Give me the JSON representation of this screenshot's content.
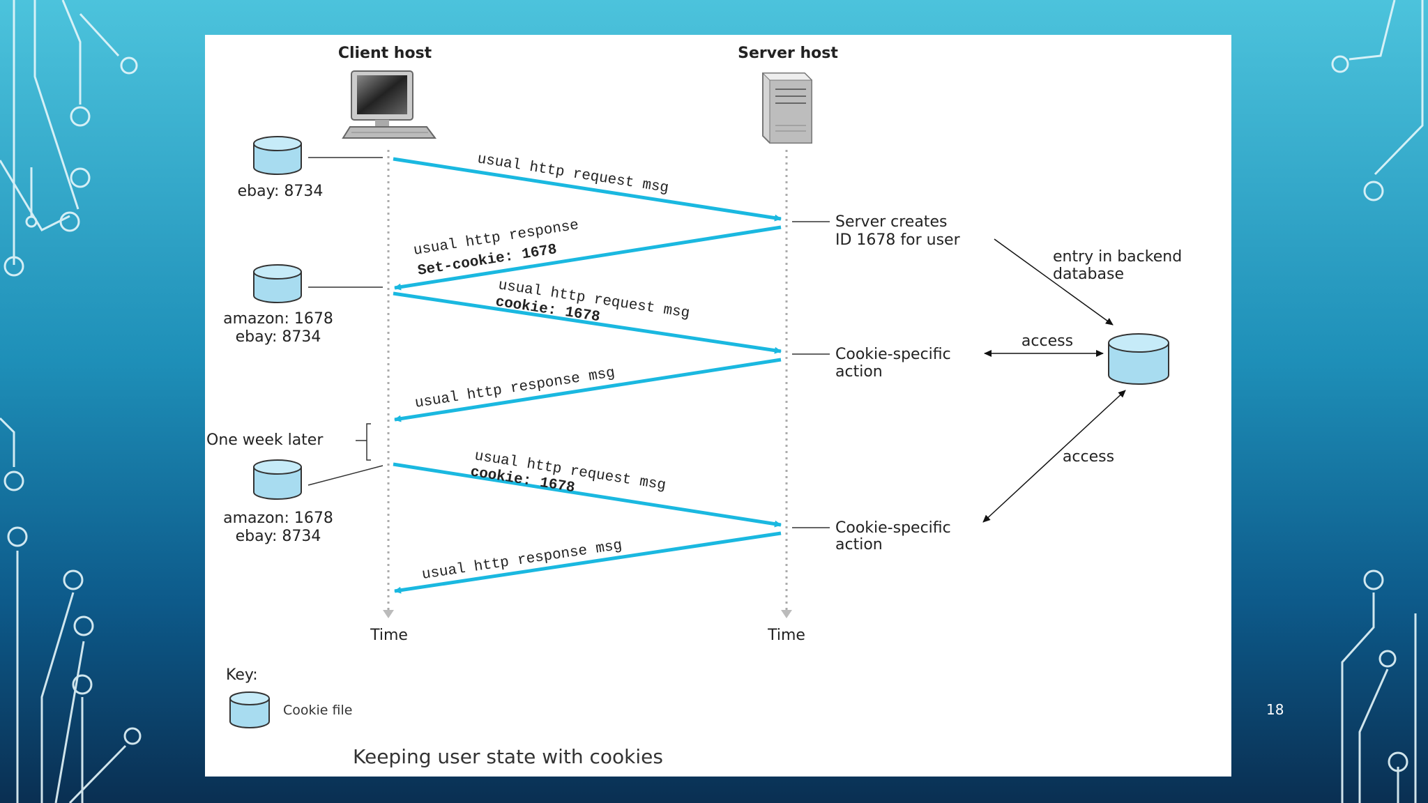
{
  "slide": {
    "page_number": "18"
  },
  "diagram": {
    "caption": "Keeping user state with cookies",
    "client_label": "Client host",
    "server_label": "Server host",
    "time_label_client": "Time",
    "time_label_server": "Time",
    "one_week_later": "One week later",
    "cookie_files": [
      {
        "lines": [
          "ebay: 8734"
        ]
      },
      {
        "lines": [
          "amazon: 1678",
          "ebay: 8734"
        ]
      },
      {
        "lines": [
          "amazon: 1678",
          "ebay: 8734"
        ]
      }
    ],
    "messages": [
      {
        "direction": "to-server",
        "lines": [
          "usual http request msg"
        ],
        "bold_lines": []
      },
      {
        "direction": "to-client",
        "lines": [
          "usual http response"
        ],
        "bold_lines": [
          "Set-cookie: 1678"
        ]
      },
      {
        "direction": "to-server",
        "lines": [
          "usual http request msg"
        ],
        "bold_lines": [
          "cookie: 1678"
        ]
      },
      {
        "direction": "to-client",
        "lines": [
          "usual http response msg"
        ],
        "bold_lines": []
      },
      {
        "direction": "to-server",
        "lines": [
          "usual http request msg"
        ],
        "bold_lines": [
          "cookie: 1678"
        ]
      },
      {
        "direction": "to-client",
        "lines": [
          "usual http response msg"
        ],
        "bold_lines": []
      }
    ],
    "server_notes": {
      "creates": [
        "Server creates",
        "ID 1678 for user"
      ],
      "action1": [
        "Cookie-specific",
        "action"
      ],
      "action2": [
        "Cookie-specific",
        "action"
      ]
    },
    "backend_label": [
      "entry in backend",
      "database"
    ],
    "access_label_1": "access",
    "access_label_2": "access",
    "key": {
      "title": "Key:",
      "cookie_file_label": "Cookie file"
    },
    "colors": {
      "arrow": "#1ab8e0",
      "cylinder": "#a8dcf0"
    }
  }
}
